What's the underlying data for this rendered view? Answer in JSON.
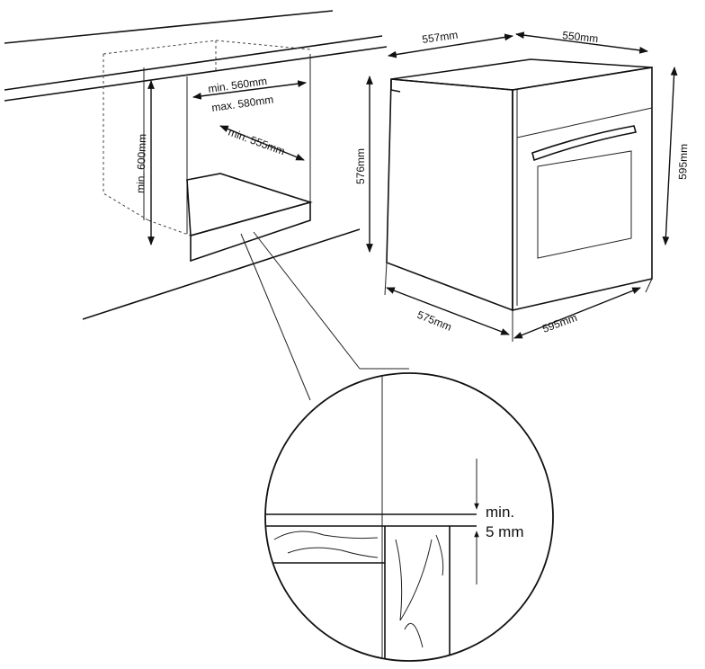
{
  "title": "Oven built-in installation dimensions",
  "niche": {
    "height": "min. 600mm",
    "width_min": "min. 560mm",
    "width_max": "max. 580mm",
    "depth": "min. 555mm"
  },
  "oven": {
    "top_depth": "557mm",
    "top_width": "550mm",
    "body_height": "576mm",
    "front_height": "595mm",
    "bottom_depth": "575mm",
    "bottom_width": "595mm"
  },
  "detail": {
    "gap_line1": "min.",
    "gap_line2": "5 mm"
  }
}
